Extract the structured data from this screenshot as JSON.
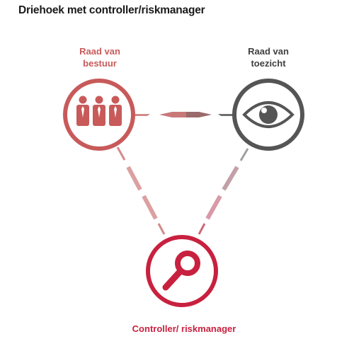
{
  "title": "Driehoek met controller/riskmanager",
  "nodes": {
    "bestuur": {
      "label_line1": "Raad van",
      "label_line2": "bestuur",
      "icon": "people-icon",
      "color": "#c85a5a"
    },
    "toezicht": {
      "label_line1": "Raad van",
      "label_line2": "toezicht",
      "icon": "eye-icon",
      "color": "#555555"
    },
    "controller": {
      "label": "Controller/ riskmanager",
      "icon": "magnifier-icon",
      "color": "#c8213f"
    }
  },
  "colors": {
    "bestuur_light": "#dca0a0",
    "toezicht_light": "#b9b9b9",
    "controller_light": "#e29aa8"
  }
}
